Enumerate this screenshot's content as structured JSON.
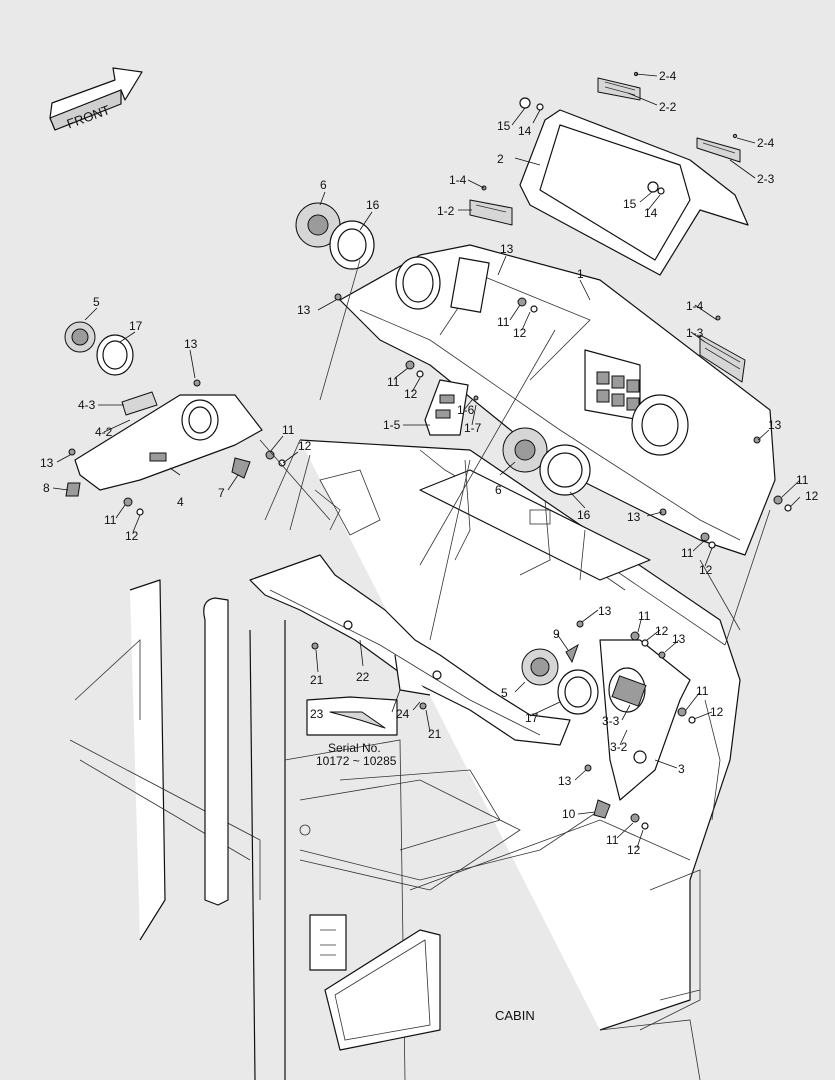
{
  "arrow_label": "FRONT",
  "section_label": "CABIN",
  "serial": {
    "line1": "Serial No.",
    "line2": "10172 ~ 10285"
  },
  "callouts": [
    "2-4",
    "2-2",
    "15",
    "14",
    "2",
    "2-4",
    "2-3",
    "15",
    "14",
    "1-4",
    "1-2",
    "6",
    "16",
    "13",
    "1",
    "13",
    "11",
    "12",
    "5",
    "17",
    "13",
    "4-3",
    "4-2",
    "11",
    "12",
    "13",
    "8",
    "4",
    "7",
    "11",
    "12",
    "1-4",
    "1-3",
    "11",
    "12",
    "1-5",
    "1-6",
    "1-7",
    "13",
    "11",
    "12",
    "6",
    "16",
    "13",
    "11",
    "12",
    "13",
    "11",
    "12",
    "13",
    "9",
    "5",
    "17",
    "21",
    "22",
    "23",
    "24",
    "21",
    "3-3",
    "3-2",
    "11",
    "12",
    "3",
    "13",
    "10",
    "11",
    "12"
  ]
}
